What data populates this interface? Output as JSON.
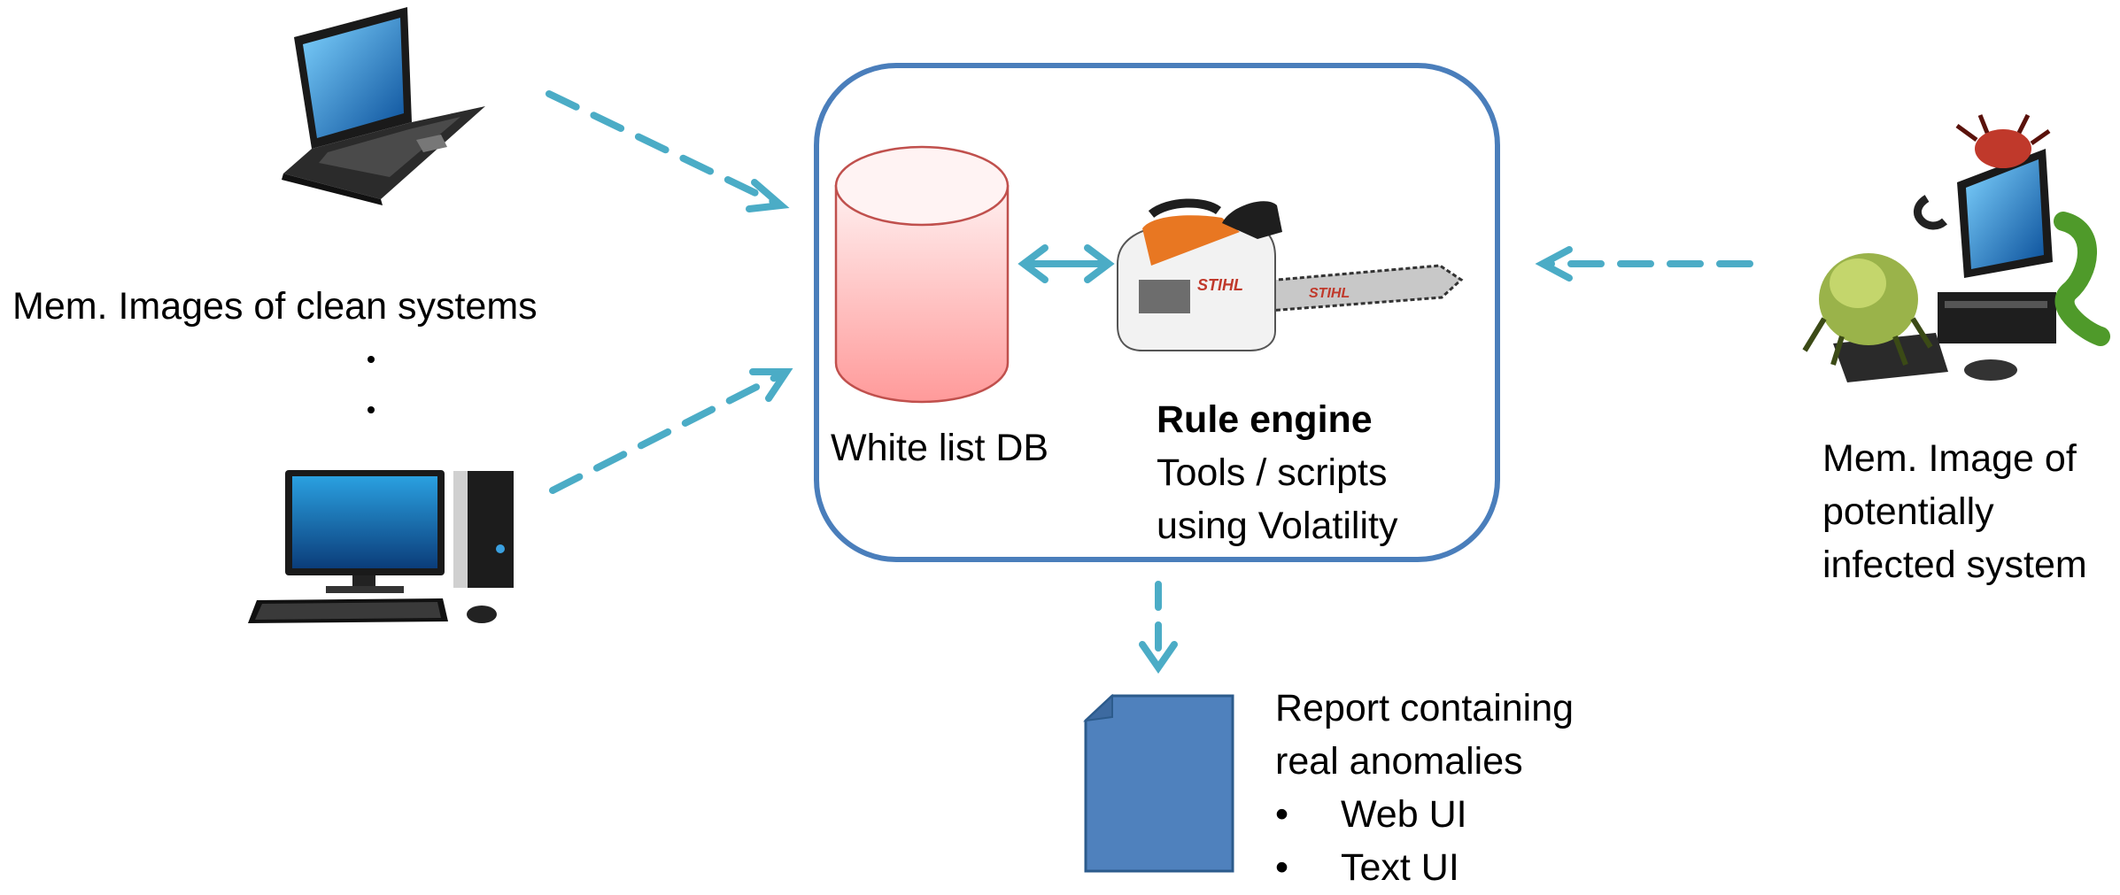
{
  "left_label": "Mem. Images of clean systems",
  "whitelist_label": "White list DB",
  "rule_engine": {
    "title": "Rule engine",
    "line1": "Tools / scripts",
    "line2": "using Volatility"
  },
  "chainsaw_brand": "STIHL",
  "right_label": {
    "line1": "Mem. Image of",
    "line2": "potentially",
    "line3": "infected system"
  },
  "report": {
    "line1": "Report containing",
    "line2": "real anomalies",
    "bullets": [
      {
        "mark": "•",
        "text": "Web UI"
      },
      {
        "mark": "•",
        "text": "Text UI"
      }
    ]
  },
  "colors": {
    "arrow": "#4bacc6",
    "frame": "#4a7ebb",
    "db_fill": "#ffb3b3",
    "db_stroke": "#c0504d",
    "report_fill": "#4f81bd"
  }
}
